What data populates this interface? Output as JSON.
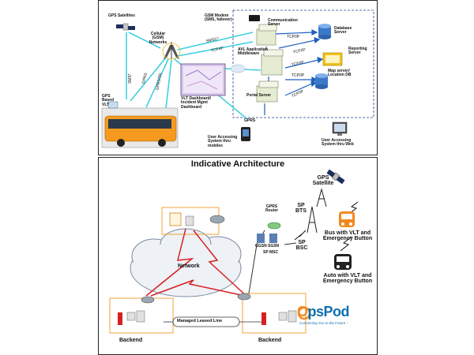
{
  "top": {
    "gps_satellites": "GPS Satellites",
    "cellular": "Cellular\n(GSM)\nNetworks",
    "gsm_modem": "GSM Modem\n(SMS, failover)",
    "comm_server": "Communication\nServer",
    "database_server": "Database\nServer",
    "avl_middleware": "AVL Application\nMiddleware",
    "reporting_server": "Reporting\nServer",
    "map_server": "Map server/\nLocation DB",
    "portal_server": "Portal Server",
    "vlt_dashboard": "VLT Dashboard/\nIncident Mgmt\nDashboard",
    "gps_vlt": "GPS\nBased\nVLT",
    "gprs": "GPRS",
    "user_mobile": "User Accessing\nSystem thru\nmobiles",
    "user_web": "User Accessing\nSystem thru Web",
    "link_smsc": "SMSC*",
    "link_tcpip_top": "TCP/IP",
    "link_sms_v": "SMS*",
    "link_gprs_v": "GPRS",
    "link_gprs3g": "GPRS/3G",
    "tcp1": "TCP/IP",
    "tcp2": "TCP/IP",
    "tcp3": "TCP/IP",
    "tcp4": "TCP/IP",
    "tcp5": "TCP/IP"
  },
  "bottom": {
    "title": "Indicative Architecture",
    "gprs_router": "GPRS\nRouter",
    "ggsn": "GGSN",
    "sgsn": "SGSN",
    "sp_msc": "SP MSC",
    "sp_bts": "SP\nBTS",
    "sp_bsc": "SP\nBSC",
    "gps_satellite": "GPS\nSatellite",
    "bus_vlt": "Bus with VLT and\nEmergency Button",
    "auto_vlt": "Auto with VLT and\nEmergency Button",
    "network": "Network",
    "leased_line": "Managed Leased Line",
    "backend_left": "Backend",
    "backend_right": "Backend",
    "logo_o": "O",
    "logo_rest": "psPod",
    "tagline_main": "Connecting You to the Future",
    "tagline_accent": " +"
  }
}
